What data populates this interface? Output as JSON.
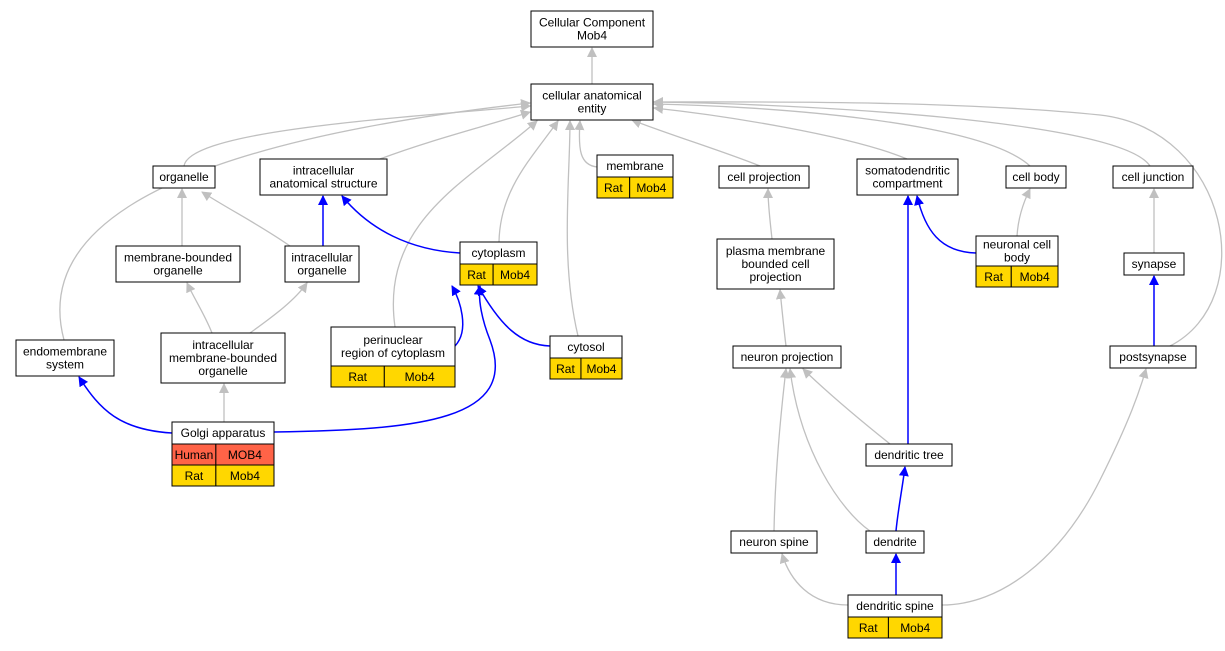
{
  "colors": {
    "gray_edge": "#c0c0c0",
    "blue_edge": "#0000ff",
    "rat_fill": "#ffd700",
    "human_fill": "#ff6347",
    "node_fill": "#ffffff",
    "node_border": "#000000"
  },
  "nodes": [
    {
      "id": "root",
      "lines": [
        "Cellular Component",
        "Mob4"
      ]
    },
    {
      "id": "cae",
      "lines": [
        "cellular anatomical",
        "entity"
      ]
    },
    {
      "id": "organelle",
      "lines": [
        "organelle"
      ]
    },
    {
      "id": "ias",
      "lines": [
        "intracellular",
        "anatomical structure"
      ]
    },
    {
      "id": "membrane",
      "lines": [
        "membrane"
      ],
      "annotations": [
        [
          "Rat",
          "Mob4"
        ]
      ]
    },
    {
      "id": "cellproj",
      "lines": [
        "cell projection"
      ]
    },
    {
      "id": "somato",
      "lines": [
        "somatodendritic",
        "compartment"
      ]
    },
    {
      "id": "cellbody",
      "lines": [
        "cell body"
      ]
    },
    {
      "id": "celljunction",
      "lines": [
        "cell junction"
      ]
    },
    {
      "id": "mbo",
      "lines": [
        "membrane-bounded",
        "organelle"
      ]
    },
    {
      "id": "io",
      "lines": [
        "intracellular",
        "organelle"
      ]
    },
    {
      "id": "cytoplasm",
      "lines": [
        "cytoplasm"
      ],
      "annotations": [
        [
          "Rat",
          "Mob4"
        ]
      ]
    },
    {
      "id": "pmbcp",
      "lines": [
        "plasma membrane",
        "bounded cell",
        "projection"
      ]
    },
    {
      "id": "ncb",
      "lines": [
        "neuronal cell",
        "body"
      ],
      "annotations": [
        [
          "Rat",
          "Mob4"
        ]
      ]
    },
    {
      "id": "synapse",
      "lines": [
        "synapse"
      ]
    },
    {
      "id": "endo",
      "lines": [
        "endomembrane",
        "system"
      ]
    },
    {
      "id": "imbo",
      "lines": [
        "intracellular",
        "membrane-bounded",
        "organelle"
      ]
    },
    {
      "id": "perinuc",
      "lines": [
        "perinuclear",
        "region of cytoplasm"
      ],
      "annotations": [
        [
          "Rat",
          "Mob4"
        ]
      ]
    },
    {
      "id": "cytosol",
      "lines": [
        "cytosol"
      ],
      "annotations": [
        [
          "Rat",
          "Mob4"
        ]
      ]
    },
    {
      "id": "neuronproj",
      "lines": [
        "neuron projection"
      ]
    },
    {
      "id": "postsyn",
      "lines": [
        "postsynapse"
      ]
    },
    {
      "id": "golgi",
      "lines": [
        "Golgi apparatus"
      ],
      "annotations": [
        [
          "Human",
          "MOB4"
        ],
        [
          "Rat",
          "Mob4"
        ]
      ]
    },
    {
      "id": "dtree",
      "lines": [
        "dendritic tree"
      ]
    },
    {
      "id": "nspine",
      "lines": [
        "neuron spine"
      ]
    },
    {
      "id": "dendrite",
      "lines": [
        "dendrite"
      ]
    },
    {
      "id": "dspine",
      "lines": [
        "dendritic spine"
      ],
      "annotations": [
        [
          "Rat",
          "Mob4"
        ]
      ]
    }
  ],
  "edges": [
    {
      "from": "cae",
      "to": "root",
      "color": "gray"
    },
    {
      "from": "organelle",
      "to": "cae",
      "color": "gray"
    },
    {
      "from": "ias",
      "to": "cae",
      "color": "gray"
    },
    {
      "from": "membrane",
      "to": "cae",
      "color": "gray"
    },
    {
      "from": "cellproj",
      "to": "cae",
      "color": "gray"
    },
    {
      "from": "somato",
      "to": "cae",
      "color": "gray"
    },
    {
      "from": "cellbody",
      "to": "cae",
      "color": "gray"
    },
    {
      "from": "celljunction",
      "to": "cae",
      "color": "gray"
    },
    {
      "from": "endo",
      "to": "cae",
      "color": "gray"
    },
    {
      "from": "perinuc",
      "to": "cae",
      "color": "gray"
    },
    {
      "from": "cytoplasm",
      "to": "cae",
      "color": "gray"
    },
    {
      "from": "cytosol",
      "to": "cae",
      "color": "gray"
    },
    {
      "from": "postsyn",
      "to": "cae",
      "color": "gray"
    },
    {
      "from": "mbo",
      "to": "organelle",
      "color": "gray"
    },
    {
      "from": "io",
      "to": "organelle",
      "color": "gray"
    },
    {
      "from": "io",
      "to": "ias",
      "color": "blue"
    },
    {
      "from": "cytoplasm",
      "to": "ias",
      "color": "blue"
    },
    {
      "from": "imbo",
      "to": "mbo",
      "color": "gray"
    },
    {
      "from": "imbo",
      "to": "io",
      "color": "gray"
    },
    {
      "from": "golgi",
      "to": "imbo",
      "color": "gray"
    },
    {
      "from": "golgi",
      "to": "endo",
      "color": "blue"
    },
    {
      "from": "golgi",
      "to": "cytoplasm",
      "color": "blue"
    },
    {
      "from": "perinuc",
      "to": "cytoplasm",
      "color": "blue"
    },
    {
      "from": "cytosol",
      "to": "cytoplasm",
      "color": "blue"
    },
    {
      "from": "pmbcp",
      "to": "cellproj",
      "color": "gray"
    },
    {
      "from": "neuronproj",
      "to": "pmbcp",
      "color": "gray"
    },
    {
      "from": "dtree",
      "to": "neuronproj",
      "color": "gray"
    },
    {
      "from": "dendrite",
      "to": "neuronproj",
      "color": "gray"
    },
    {
      "from": "nspine",
      "to": "neuronproj",
      "color": "gray"
    },
    {
      "from": "dtree",
      "to": "somato",
      "color": "blue"
    },
    {
      "from": "ncb",
      "to": "somato",
      "color": "blue"
    },
    {
      "from": "ncb",
      "to": "cellbody",
      "color": "gray"
    },
    {
      "from": "synapse",
      "to": "celljunction",
      "color": "gray"
    },
    {
      "from": "postsyn",
      "to": "synapse",
      "color": "blue"
    },
    {
      "from": "dendrite",
      "to": "dtree",
      "color": "blue"
    },
    {
      "from": "dspine",
      "to": "dendrite",
      "color": "blue"
    },
    {
      "from": "dspine",
      "to": "nspine",
      "color": "gray"
    },
    {
      "from": "dspine",
      "to": "postsyn",
      "color": "gray"
    }
  ]
}
